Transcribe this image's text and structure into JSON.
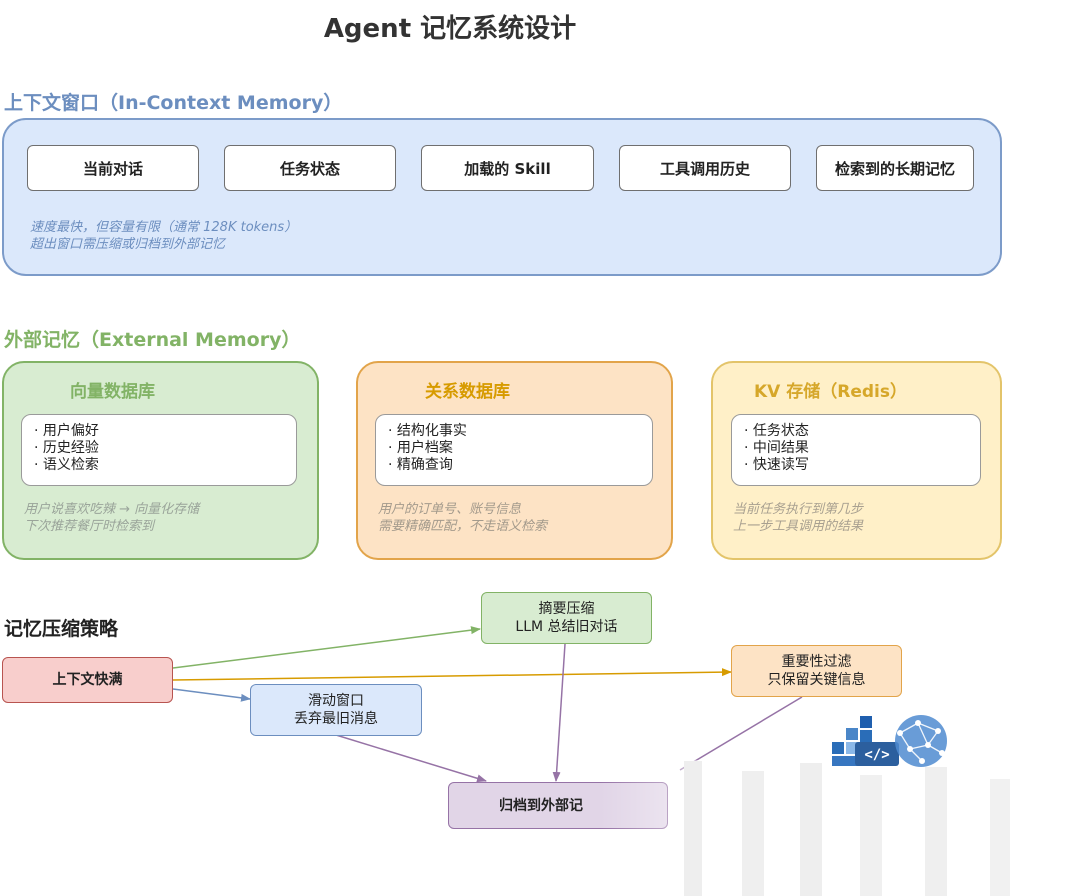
{
  "title": "Agent 记忆系统设计",
  "context_window": {
    "heading": "上下文窗口（In-Context Memory）",
    "chips": [
      "当前对话",
      "任务状态",
      "加载的 Skill",
      "工具调用历史",
      "检索到的长期记忆"
    ],
    "note": [
      "速度最快，但容量有限（通常 128K tokens）",
      "超出窗口需压缩或归档到外部记忆"
    ]
  },
  "external_memory": {
    "heading": "外部记忆（External Memory）",
    "stores": [
      {
        "title": "向量数据库",
        "items": [
          "· 用户偏好",
          "· 历史经验",
          "· 语义检索"
        ],
        "note": [
          "用户说喜欢吃辣 → 向量化存储",
          "下次推荐餐厅时检索到"
        ]
      },
      {
        "title": "关系数据库",
        "items": [
          "· 结构化事实",
          "· 用户档案",
          "· 精确查询"
        ],
        "note": [
          "用户的订单号、账号信息",
          "需要精确匹配，不走语义检索"
        ]
      },
      {
        "title": "KV 存储（Redis）",
        "items": [
          "· 任务状态",
          "· 中间结果",
          "· 快速读写"
        ],
        "note": [
          "当前任务执行到第几步",
          "上一步工具调用的结果"
        ]
      }
    ]
  },
  "compression": {
    "heading": "记忆压缩策略",
    "nodes": {
      "full": [
        "上下文快满"
      ],
      "summary": [
        "摘要压缩",
        "LLM 总结旧对话"
      ],
      "sliding": [
        "滑动窗口",
        "丢弃最旧消息"
      ],
      "importance": [
        "重要性过滤",
        "只保留关键信息"
      ],
      "archive": [
        "归档到外部记"
      ]
    }
  },
  "colors": {
    "blue_fill": "#dbe8fb",
    "blue_border": "#7c9bc9",
    "blue_text": "#6c8ebf",
    "green_fill": "#d8ecd1",
    "green_border": "#82b366",
    "green_text": "#82b366",
    "orange_fill": "#fde3c5",
    "orange_border": "#e2a44a",
    "orange_text": "#d79b00",
    "yellow_fill": "#fff0c8",
    "yellow_border": "#e3c46a",
    "yellow_text": "#d6a72a",
    "red_fill": "#f8cecc",
    "red_border": "#b85450",
    "purple_fill": "#e1d5e7",
    "purple_border": "#9673a6"
  },
  "icons": [
    "database-blocks-icon",
    "code-tag-icon",
    "neural-network-globe-icon"
  ]
}
